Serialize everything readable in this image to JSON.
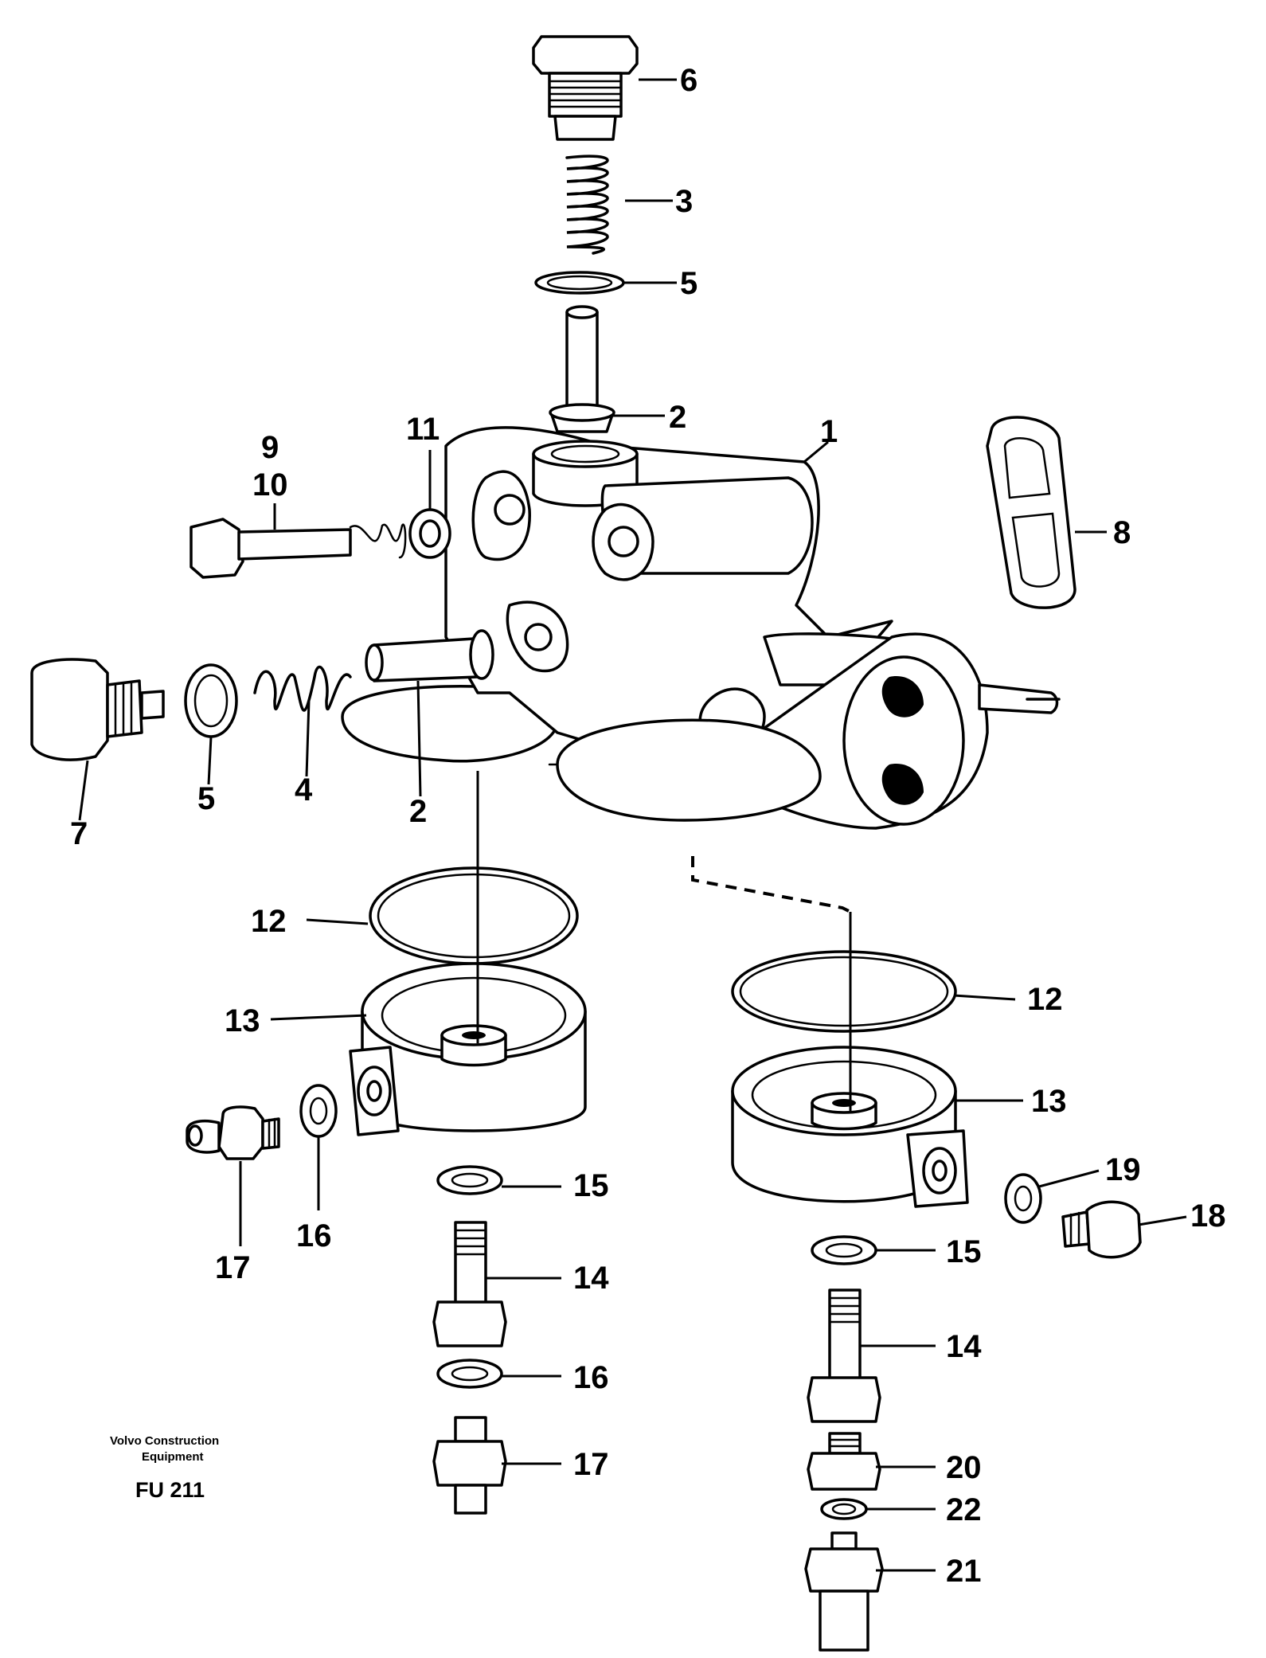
{
  "company": {
    "line1": "Volvo Construction",
    "line2": "Equipment"
  },
  "figure_code": "FU 211",
  "callouts": {
    "c1": "1",
    "c2a": "2",
    "c2b": "2",
    "c3": "3",
    "c4": "4",
    "c5a": "5",
    "c5b": "5",
    "c6": "6",
    "c7": "7",
    "c8": "8",
    "c9": "9",
    "c10": "10",
    "c11": "11",
    "c12a": "12",
    "c12b": "12",
    "c13a": "13",
    "c13b": "13",
    "c14a": "14",
    "c14b": "14",
    "c15a": "15",
    "c15b": "15",
    "c16a": "16",
    "c16b": "16",
    "c17a": "17",
    "c17b": "17",
    "c18": "18",
    "c19": "19",
    "c20": "20",
    "c21": "21",
    "c22": "22"
  }
}
